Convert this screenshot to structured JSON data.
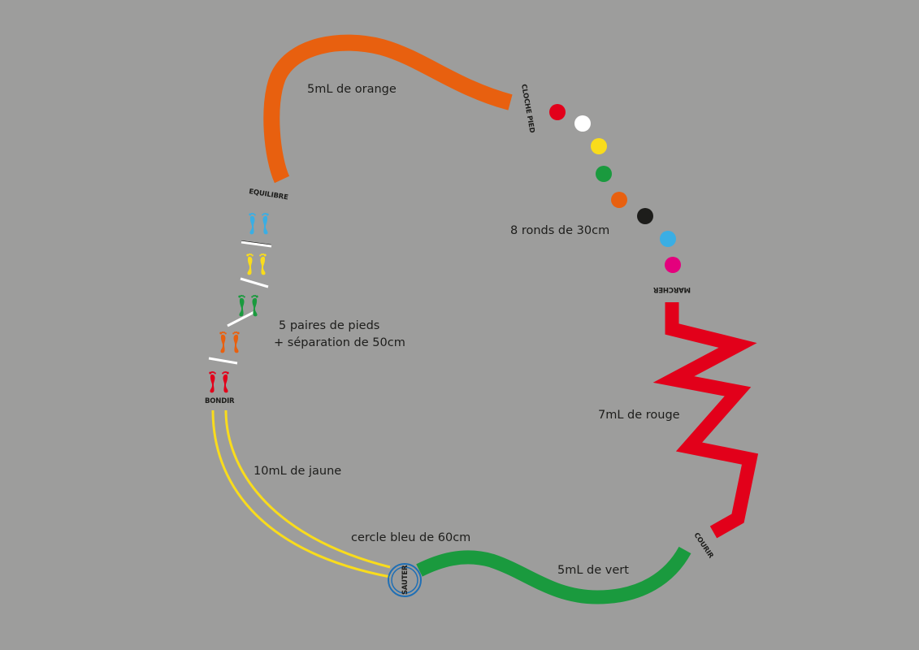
{
  "labels": {
    "orange": "5mL de orange",
    "dots": "8 ronds de 30cm",
    "feet_line1": "5 paires de pieds",
    "feet_line2": "+ séparation de 50cm",
    "red": "7mL de rouge",
    "yellow": "10mL de jaune",
    "circle": "cercle bleu de 60cm",
    "green": "5mL de vert"
  },
  "stations": {
    "cloche_pied": "CLOCHE PIED",
    "equilibre": "EQUILIBRE",
    "marcher": "MARCHER",
    "bondir": "BONDIR",
    "courir": "COURIR",
    "sauter": "SAUTER"
  },
  "colors": {
    "background": "#9d9d9c",
    "orange": "#e8600f",
    "red": "#e2001a",
    "yellow": "#f9dc1c",
    "green": "#1a9a3e",
    "blue": "#3aaee4",
    "magenta": "#e4007d",
    "black": "#1d1d1b",
    "white": "#ffffff",
    "circle_blue": "#1f6fb5"
  },
  "dots": [
    "red",
    "white",
    "yellow",
    "green",
    "orange",
    "black",
    "blue",
    "magenta"
  ],
  "footprints": [
    "blue",
    "yellow",
    "green",
    "orange",
    "red"
  ]
}
